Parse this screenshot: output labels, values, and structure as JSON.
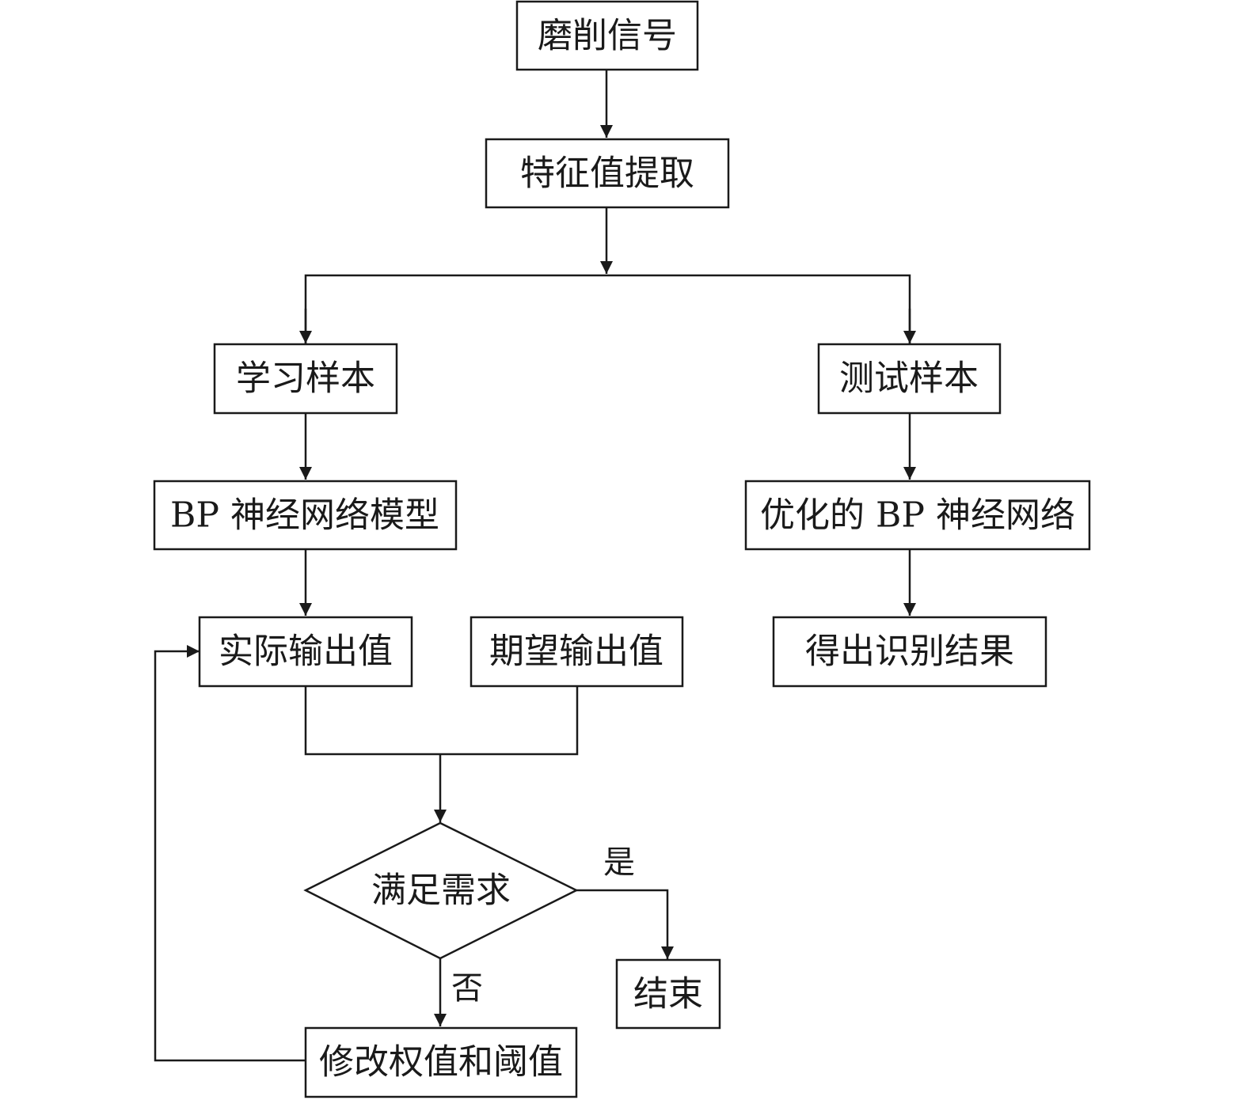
{
  "nodes": {
    "grinding_signal": "磨削信号",
    "feature_extraction": "特征值提取",
    "learning_sample": "学习样本",
    "test_sample": "测试样本",
    "bp_model": "BP 神经网络模型",
    "optimized_bp": "优化的 BP 神经网络",
    "actual_output": "实际输出值",
    "expected_output": "期望输出值",
    "result": "得出识别结果",
    "satisfy": "满足需求",
    "end": "结束",
    "modify": "修改权值和阈值"
  },
  "edge_labels": {
    "yes": "是",
    "no": "否"
  }
}
